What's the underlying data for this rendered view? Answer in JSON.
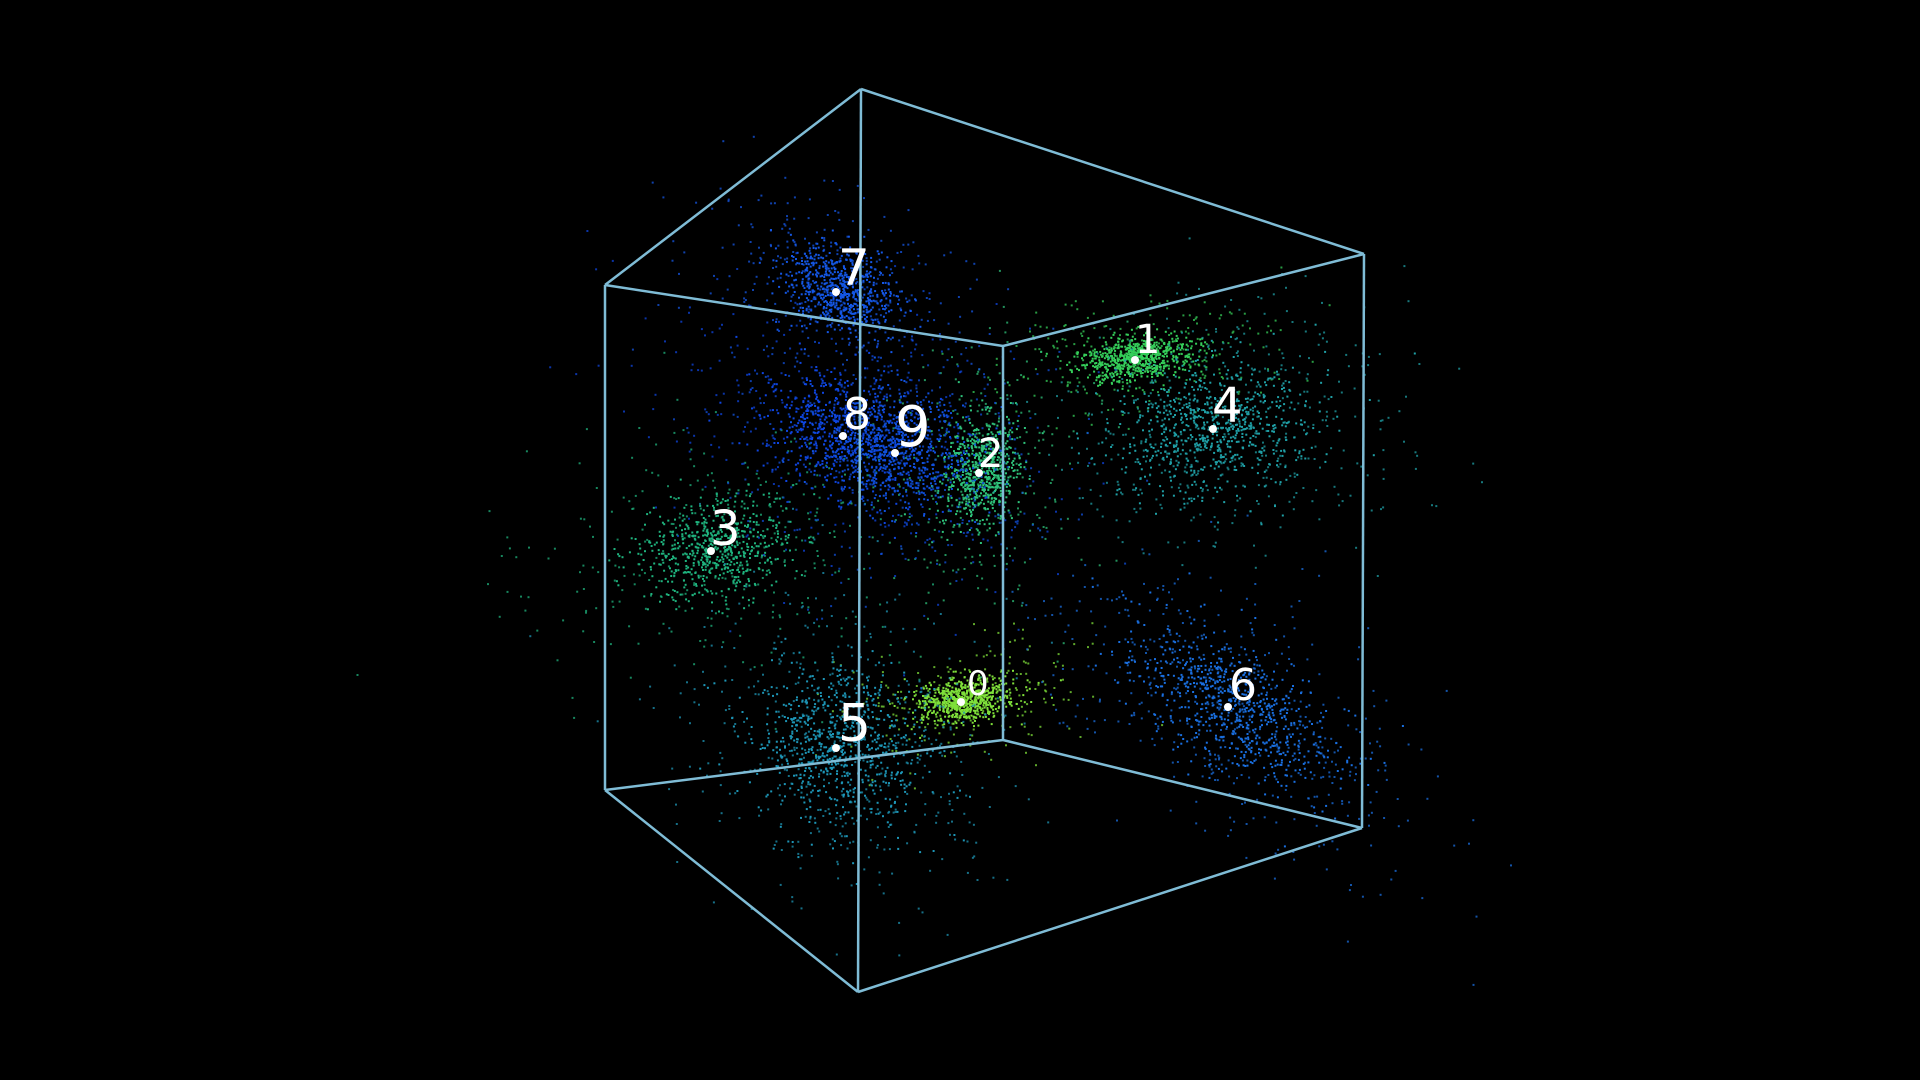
{
  "chart_data": {
    "type": "scatter",
    "dimensions": 3,
    "background_color": "#000000",
    "box_color": "#7fbcd6",
    "label_color": "#ffffff",
    "grid": false,
    "legend": "none",
    "clusters": [
      {
        "label": "0",
        "color": "#7fe03a",
        "spread": "tight"
      },
      {
        "label": "1",
        "color": "#35cf5a",
        "spread": "tight"
      },
      {
        "label": "2",
        "color": "#2ec27a",
        "spread": "tight"
      },
      {
        "label": "3",
        "color": "#1fb37e",
        "spread": "medium"
      },
      {
        "label": "4",
        "color": "#1f9fa6",
        "spread": "wide"
      },
      {
        "label": "5",
        "color": "#1d95b6",
        "spread": "wide"
      },
      {
        "label": "6",
        "color": "#1a6fe0",
        "spread": "wide"
      },
      {
        "label": "7",
        "color": "#1457e6",
        "spread": "medium"
      },
      {
        "label": "8",
        "color": "#0e45e0",
        "spread": "medium"
      },
      {
        "label": "9",
        "color": "#1050dd",
        "spread": "medium"
      }
    ]
  }
}
